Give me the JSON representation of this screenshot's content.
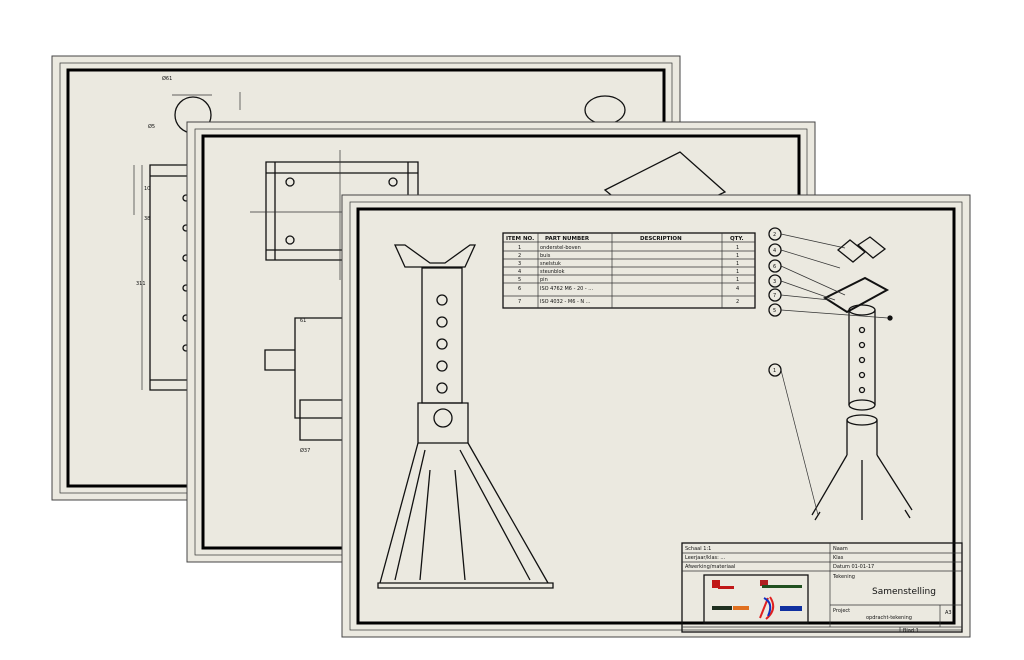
{
  "back_sheet": {
    "dims": [
      "Ø61",
      "Ø5",
      "10",
      "38",
      "311"
    ]
  },
  "middle_sheet": {
    "dims": [
      "61",
      "Ø37"
    ]
  },
  "front_sheet": {
    "bom": {
      "headers": [
        "ITEM NO.",
        "PART NUMBER",
        "DESCRIPTION",
        "QTY."
      ],
      "rows": [
        {
          "item": "1",
          "part": "onderstel-boven",
          "description": "",
          "qty": "1"
        },
        {
          "item": "2",
          "part": "buis",
          "description": "",
          "qty": "1"
        },
        {
          "item": "3",
          "part": "snelstuk",
          "description": "",
          "qty": "1"
        },
        {
          "item": "4",
          "part": "steunblok",
          "description": "",
          "qty": "1"
        },
        {
          "item": "5",
          "part": "pin",
          "description": "",
          "qty": "1"
        },
        {
          "item": "6",
          "part": "ISO 4762 M6 - 20 - ...",
          "description": "",
          "qty": "4"
        },
        {
          "item": "7",
          "part": "ISO 4032 - M6 - N ...",
          "description": "",
          "qty": "2"
        }
      ]
    },
    "balloons": [
      "2",
      "4",
      "6",
      "3",
      "7",
      "5",
      "1"
    ],
    "title_block": {
      "scale": "Schaal 1:1",
      "row2": "Leerjaar/klas: ...",
      "row3": "Afwerking/materiaal",
      "name": "Naam",
      "class": "Klas",
      "date": "Datum  01-01-17",
      "drawing_label": "Tekening",
      "drawing_title": "Samenstelling",
      "project_label": "Project",
      "project": "opdracht-tekening",
      "size": "A3",
      "sheet": "Blad 1"
    }
  }
}
